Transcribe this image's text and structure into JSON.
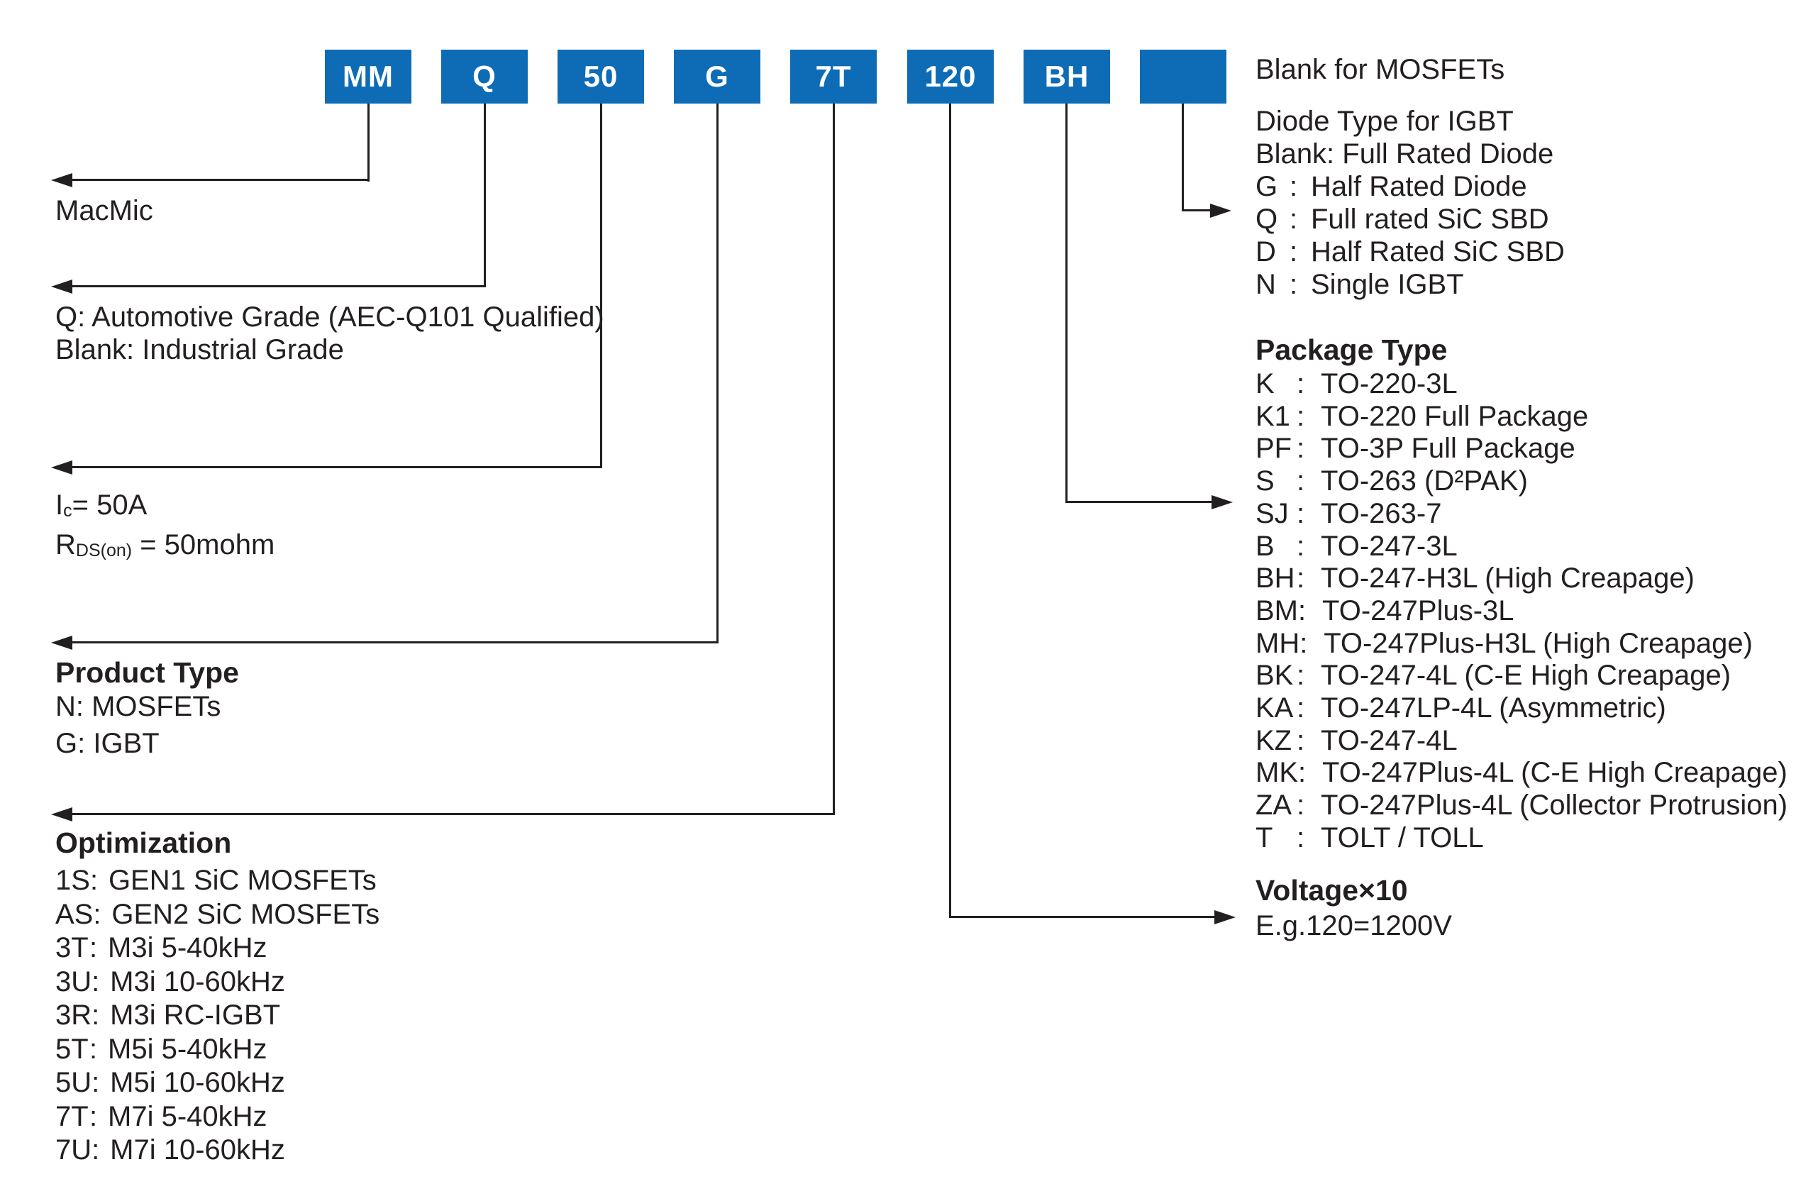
{
  "ui": {
    "colon": ":"
  },
  "colors": {
    "box_blue": "#0d6cb5",
    "ink": "#231f20"
  },
  "part_code": {
    "segments": [
      "MM",
      "Q",
      "50",
      "G",
      "7T",
      "120",
      "BH",
      ""
    ]
  },
  "macmic": {
    "label": "MacMic"
  },
  "grade": {
    "line1": "Q: Automotive Grade (AEC-Q101 Qualified)",
    "line2": "Blank: Industrial Grade"
  },
  "current": {
    "i_prefix": "I",
    "i_sub": "c",
    "i_rest": "= 50A",
    "r_prefix": "R",
    "r_sub": "DS(on)",
    "r_rest": " = 50mohm"
  },
  "product_type": {
    "title": "Product Type",
    "item1": "N: MOSFETs",
    "item2": "G: IGBT"
  },
  "optimization": {
    "title": "Optimization",
    "items": [
      {
        "code": "1S",
        "desc": "GEN1 SiC MOSFETs"
      },
      {
        "code": "AS",
        "desc": "GEN2 SiC MOSFETs"
      },
      {
        "code": "3T",
        "desc": "M3i 5-40kHz"
      },
      {
        "code": "3U",
        "desc": "M3i 10-60kHz"
      },
      {
        "code": "3R",
        "desc": "M3i RC-IGBT"
      },
      {
        "code": "5T",
        "desc": "M5i 5-40kHz"
      },
      {
        "code": "5U",
        "desc": "M5i 10-60kHz"
      },
      {
        "code": "7T",
        "desc": "M7i 5-40kHz"
      },
      {
        "code": "7U",
        "desc": "M7i 10-60kHz"
      }
    ]
  },
  "diode": {
    "blank_note": "Blank for MOSFETs",
    "title": "Diode Type for IGBT",
    "subtitle": "Blank: Full Rated Diode",
    "items": [
      {
        "code": "G",
        "desc": "Half Rated Diode"
      },
      {
        "code": "Q",
        "desc": "Full rated SiC SBD"
      },
      {
        "code": "D",
        "desc": "Half Rated SiC SBD"
      },
      {
        "code": "N",
        "desc": "Single IGBT"
      }
    ]
  },
  "package": {
    "title": "Package Type",
    "items": [
      {
        "code": "K",
        "desc": "TO-220-3L"
      },
      {
        "code": "K1",
        "desc": "TO-220 Full Package"
      },
      {
        "code": "PF",
        "desc": "TO-3P Full Package"
      },
      {
        "code": "S",
        "desc": "TO-263 (D²PAK)"
      },
      {
        "code": "SJ",
        "desc": "TO-263-7"
      },
      {
        "code": "B",
        "desc": "TO-247-3L"
      },
      {
        "code": "BH",
        "desc": "TO-247-H3L (High Creapage)"
      },
      {
        "code": "BM",
        "desc": "TO-247Plus-3L"
      },
      {
        "code": "MH",
        "desc": "TO-247Plus-H3L (High Creapage)"
      },
      {
        "code": "BK",
        "desc": "TO-247-4L (C-E High Creapage)"
      },
      {
        "code": "KA",
        "desc": "TO-247LP-4L (Asymmetric)"
      },
      {
        "code": "KZ",
        "desc": "TO-247-4L"
      },
      {
        "code": "MK",
        "desc": "TO-247Plus-4L (C-E High Creapage)"
      },
      {
        "code": "ZA",
        "desc": "TO-247Plus-4L (Collector Protrusion)"
      },
      {
        "code": "T",
        "desc": "TOLT / TOLL"
      }
    ]
  },
  "voltage": {
    "title": "Voltage×10",
    "example": "E.g.120=1200V"
  }
}
